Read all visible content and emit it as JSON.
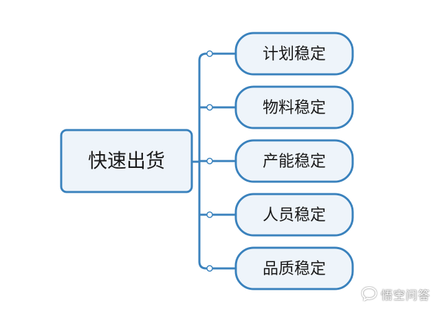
{
  "colors": {
    "node_fill": "#eef4fa",
    "node_stroke": "#3a82bd",
    "connector": "#3a82bd",
    "text": "#1a1a1a",
    "watermark": "#ffffff"
  },
  "root": {
    "label": "快速出货"
  },
  "children": [
    {
      "label": "计划稳定"
    },
    {
      "label": "物料稳定"
    },
    {
      "label": "产能稳定"
    },
    {
      "label": "人员稳定"
    },
    {
      "label": "品质稳定"
    }
  ],
  "watermark": {
    "icon": "chat-bubble-icon",
    "text": "悟空问答"
  }
}
